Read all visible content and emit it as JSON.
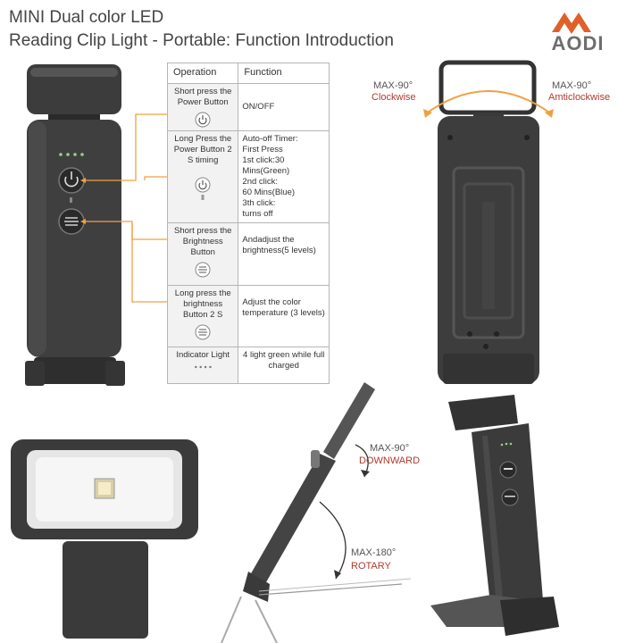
{
  "header": {
    "title_line1": "MINI Dual color LED",
    "title_line2": "Reading Clip Light - Portable: Function Introduction",
    "logo_text": "AODI"
  },
  "table": {
    "headers": [
      "Operation",
      "Function"
    ],
    "rows": [
      {
        "operation": "Short press the Power Button",
        "function": "ON/OFF",
        "icon": "power-icon"
      },
      {
        "operation": "Long Press the Power Button 2 S timing",
        "function_lines": [
          "Auto-off Timer:",
          "First Press",
          "1st click:30",
          "Mins(Green)",
          "2nd click:",
          "60 Mins(Blue)",
          "3th click:",
          "turns off"
        ],
        "icon": "power-icon"
      },
      {
        "operation": "Short press the Brightness Button",
        "function": "Andadjust the brightness(5 levels)",
        "icon": "brightness-icon"
      },
      {
        "operation": "Long press the brightness Button 2 S",
        "function": "Adjust the color temperature (3 levels)",
        "icon": "brightness-icon"
      },
      {
        "operation": "Indicator Light",
        "function": "4 light green while full charged",
        "icon": "indicator-dots-icon"
      }
    ]
  },
  "annotations": {
    "clockwise_max": "MAX-90°",
    "clockwise_label": "Clockwise",
    "anticlockwise_max": "MAX-90°",
    "anticlockwise_label": "Amticlockwise",
    "downward_max": "MAX-90°",
    "downward_label": "DOWNWARD",
    "rotary_max": "MAX-180°",
    "rotary_label": "ROTARY"
  },
  "colors": {
    "accent_orange": "#f0a040",
    "label_red": "#b03a2e",
    "logo_orange": "#e0602a",
    "device_dark": "#3a3a3a"
  }
}
